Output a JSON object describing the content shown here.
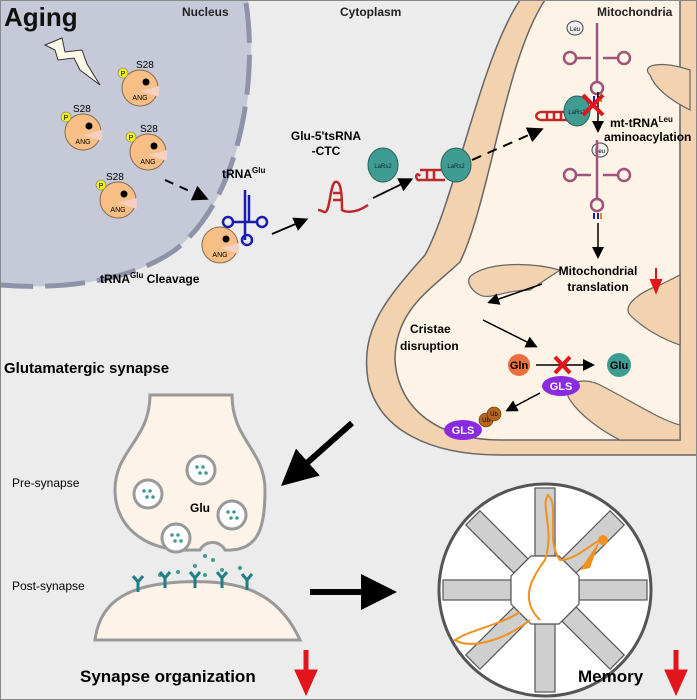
{
  "title": "Aging",
  "regions": {
    "nucleus": "Nucleus",
    "cytoplasm": "Cytoplasm",
    "mitochondria": "Mitochondria"
  },
  "ang": {
    "label": "ANG",
    "site": "S28",
    "phospho": "P"
  },
  "trna_glu": {
    "base": "tRNA",
    "sup": "Glu"
  },
  "cleavage": {
    "base": "tRNA",
    "sup": "Glu",
    "rest": " Cleavage"
  },
  "tsrna": {
    "line1": "Glu-5'tsRNA",
    "line2": "-CTC"
  },
  "lars2": "LaRs2",
  "leu": "Leu",
  "aminoacylation": {
    "line1_base": "mt-tRNA",
    "line1_sup": "Leu",
    "line2": "aminoacylation"
  },
  "translation": {
    "line1": "Mitochondrial",
    "line2": "translation"
  },
  "cristae": {
    "line1": "Cristae",
    "line2": "disruption"
  },
  "gln": "Gln",
  "glu": "Glu",
  "gls": "GLS",
  "ub": "Ub",
  "synapse_title": "Glutamatergic synapse",
  "pre_synapse": "Pre-synapse",
  "post_synapse": "Post-synapse",
  "vesicle_glu": "Glu",
  "synapse_organization": "Synapse organization",
  "memory": "Memory",
  "colors": {
    "ang": "#f7be86",
    "lars2": "#3f9c93",
    "trna_glu": "#1b1bb0",
    "tsrna": "#c0262a",
    "mt_trna": "#a0527a",
    "gls": "#8a2be2",
    "gln": "#ee6f3d",
    "decrease_arrow": "#e3141b",
    "membrane": "#f3d2b0",
    "matrix": "#fdf4e7",
    "nucleus": "#c6cad8"
  }
}
